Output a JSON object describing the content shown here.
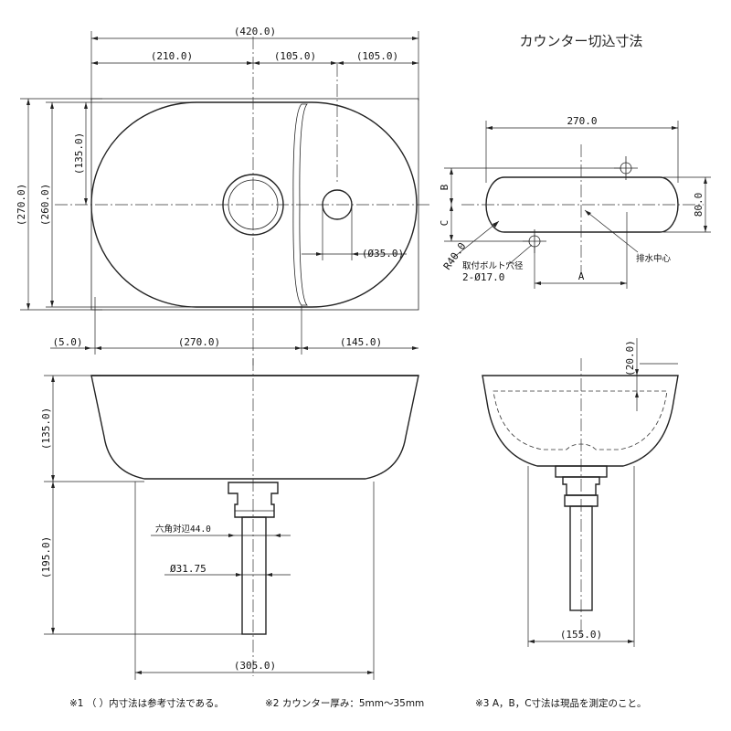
{
  "top_view": {
    "overall_width": "(420.0)",
    "left_half": "(210.0)",
    "center_to_drain": "(105.0)",
    "drain_to_edge": "(105.0)",
    "outer_depth": "(270.0)",
    "inner_depth": "(260.0)",
    "center_depth": "(135.0)",
    "overflow_dia": "(Ø35.0)",
    "offset_left": "(5.0)",
    "bowl_length": "(270.0)",
    "right_length": "(145.0)"
  },
  "front_view": {
    "bowl_height": "(135.0)",
    "trap_height": "(195.0)",
    "hex_label": "六角対辺44.0",
    "pipe_dia": "Ø31.75",
    "base_width": "(305.0)"
  },
  "cutout": {
    "title": "カウンター切込寸法",
    "width": "270.0",
    "height": "80.0",
    "dim_b": "B",
    "dim_c": "C",
    "radius": "R40.0",
    "bolt_label": "取付ボルト穴径",
    "bolt_count": "2-Ø17.0",
    "drain_center": "排水中心",
    "dim_a": "A"
  },
  "side_view": {
    "rim": "(20.0)",
    "base_width": "(155.0)"
  },
  "notes": {
    "note1": "※1 （ ）内寸法は参考寸法である。",
    "note2": "※2 カウンター厚み：5mm～35mm",
    "note3": "※3 A，B，C寸法は現品を測定のこと。"
  }
}
